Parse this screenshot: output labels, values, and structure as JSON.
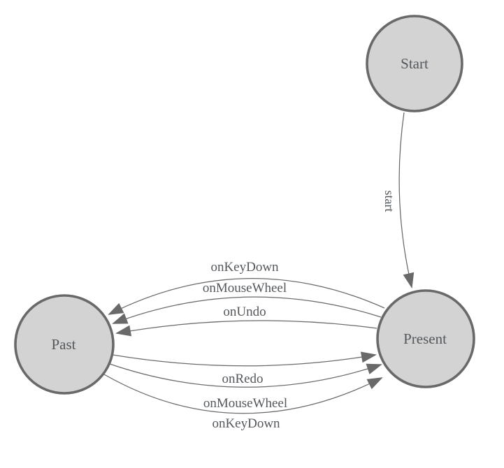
{
  "diagram": {
    "kind": "state-machine",
    "colors": {
      "background": "#ffffff",
      "node_fill": "#d3d3d3",
      "node_border": "#696969",
      "edge_stroke": "#696969",
      "arrowhead": "#696969",
      "label_text": "#54585c"
    },
    "nodes": [
      {
        "id": "start",
        "label": "Start"
      },
      {
        "id": "present",
        "label": "Present"
      },
      {
        "id": "past",
        "label": "Past"
      }
    ],
    "edges": [
      {
        "from": "Start",
        "to": "Present",
        "label": "start"
      },
      {
        "from": "Present",
        "to": "Past",
        "label": "onKeyDown"
      },
      {
        "from": "Present",
        "to": "Past",
        "label": "onMouseWheel"
      },
      {
        "from": "Present",
        "to": "Past",
        "label": "onUndo"
      },
      {
        "from": "Past",
        "to": "Present",
        "label": "onRedo"
      },
      {
        "from": "Past",
        "to": "Present",
        "label": "onMouseWheel"
      },
      {
        "from": "Past",
        "to": "Present",
        "label": "onKeyDown"
      }
    ]
  }
}
